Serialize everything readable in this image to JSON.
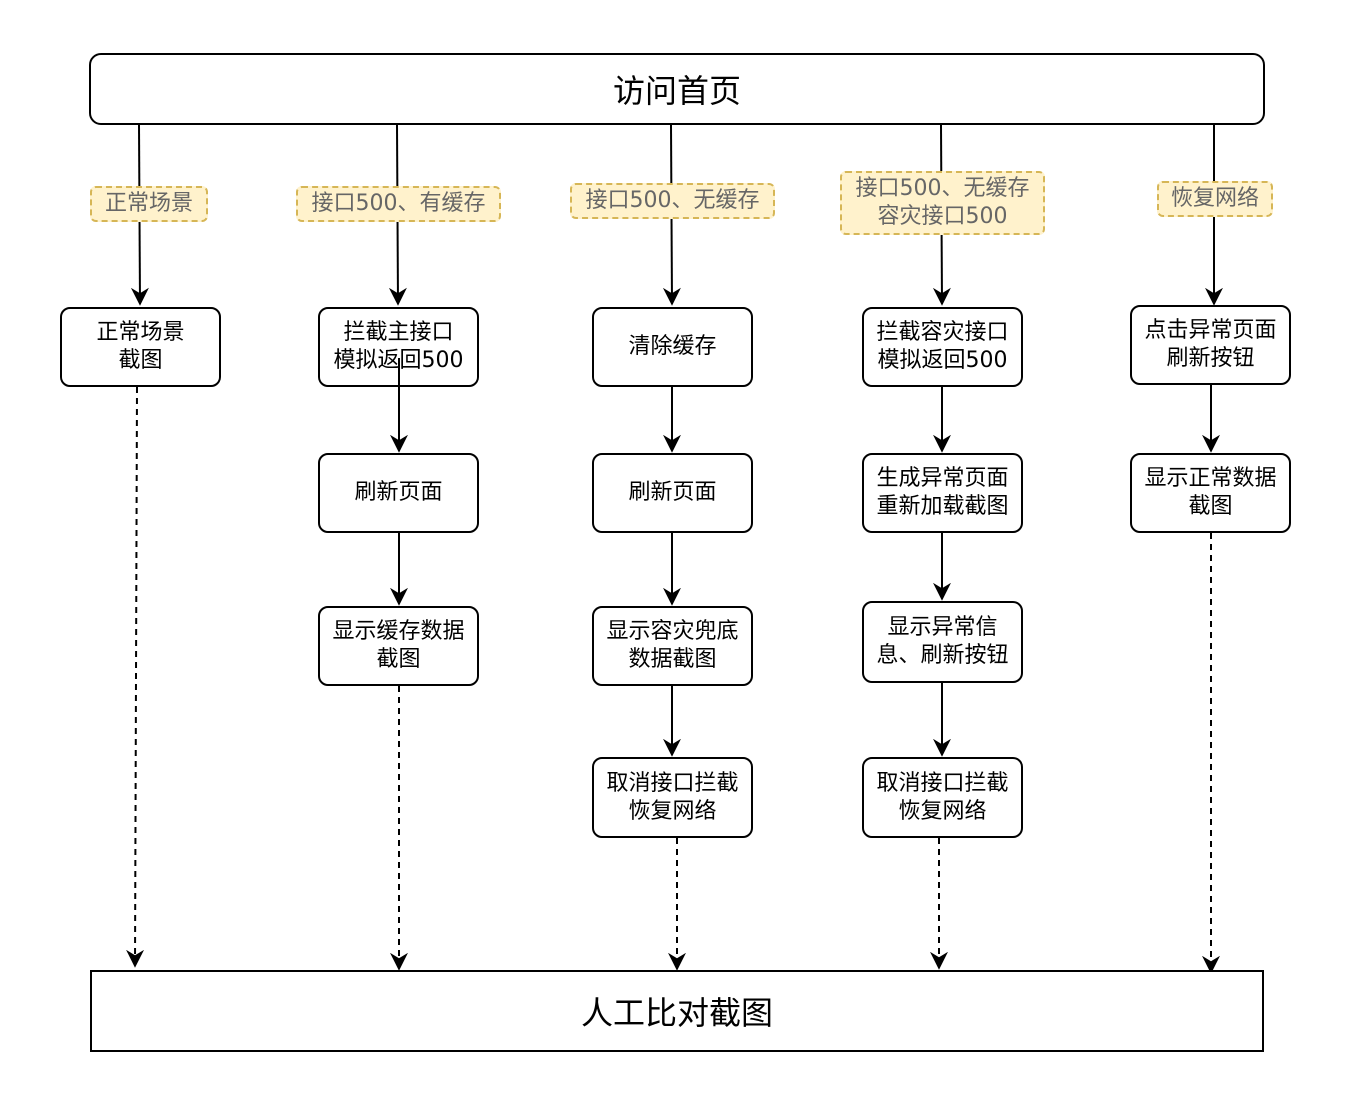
{
  "start": {
    "label": "访问首页"
  },
  "end": {
    "label": "人工比对截图"
  },
  "branches": [
    {
      "condition": "正常场景",
      "steps": [
        "正常场景\n截图"
      ]
    },
    {
      "condition": "接口500、有缓存",
      "steps": [
        "拦截主接口\n模拟返回500",
        "刷新页面",
        "显示缓存数据\n截图"
      ]
    },
    {
      "condition": "接口500、无缓存",
      "steps": [
        "清除缓存",
        "刷新页面",
        "显示容灾兜底\n数据截图",
        "取消接口拦截\n恢复网络"
      ]
    },
    {
      "condition": "接口500、无缓存\n容灾接口500",
      "steps": [
        "拦截容灾接口\n模拟返回500",
        "生成异常页面\n重新加载截图",
        "显示异常信\n息、刷新按钮",
        "取消接口拦截\n恢复网络"
      ]
    },
    {
      "condition": "恢复网络",
      "steps": [
        "点击异常页面\n刷新按钮",
        "显示正常数据\n截图"
      ]
    }
  ],
  "colors": {
    "label_fill": "#fff2cc",
    "label_border": "#d6b656",
    "label_text": "#666666",
    "line": "#000000"
  }
}
